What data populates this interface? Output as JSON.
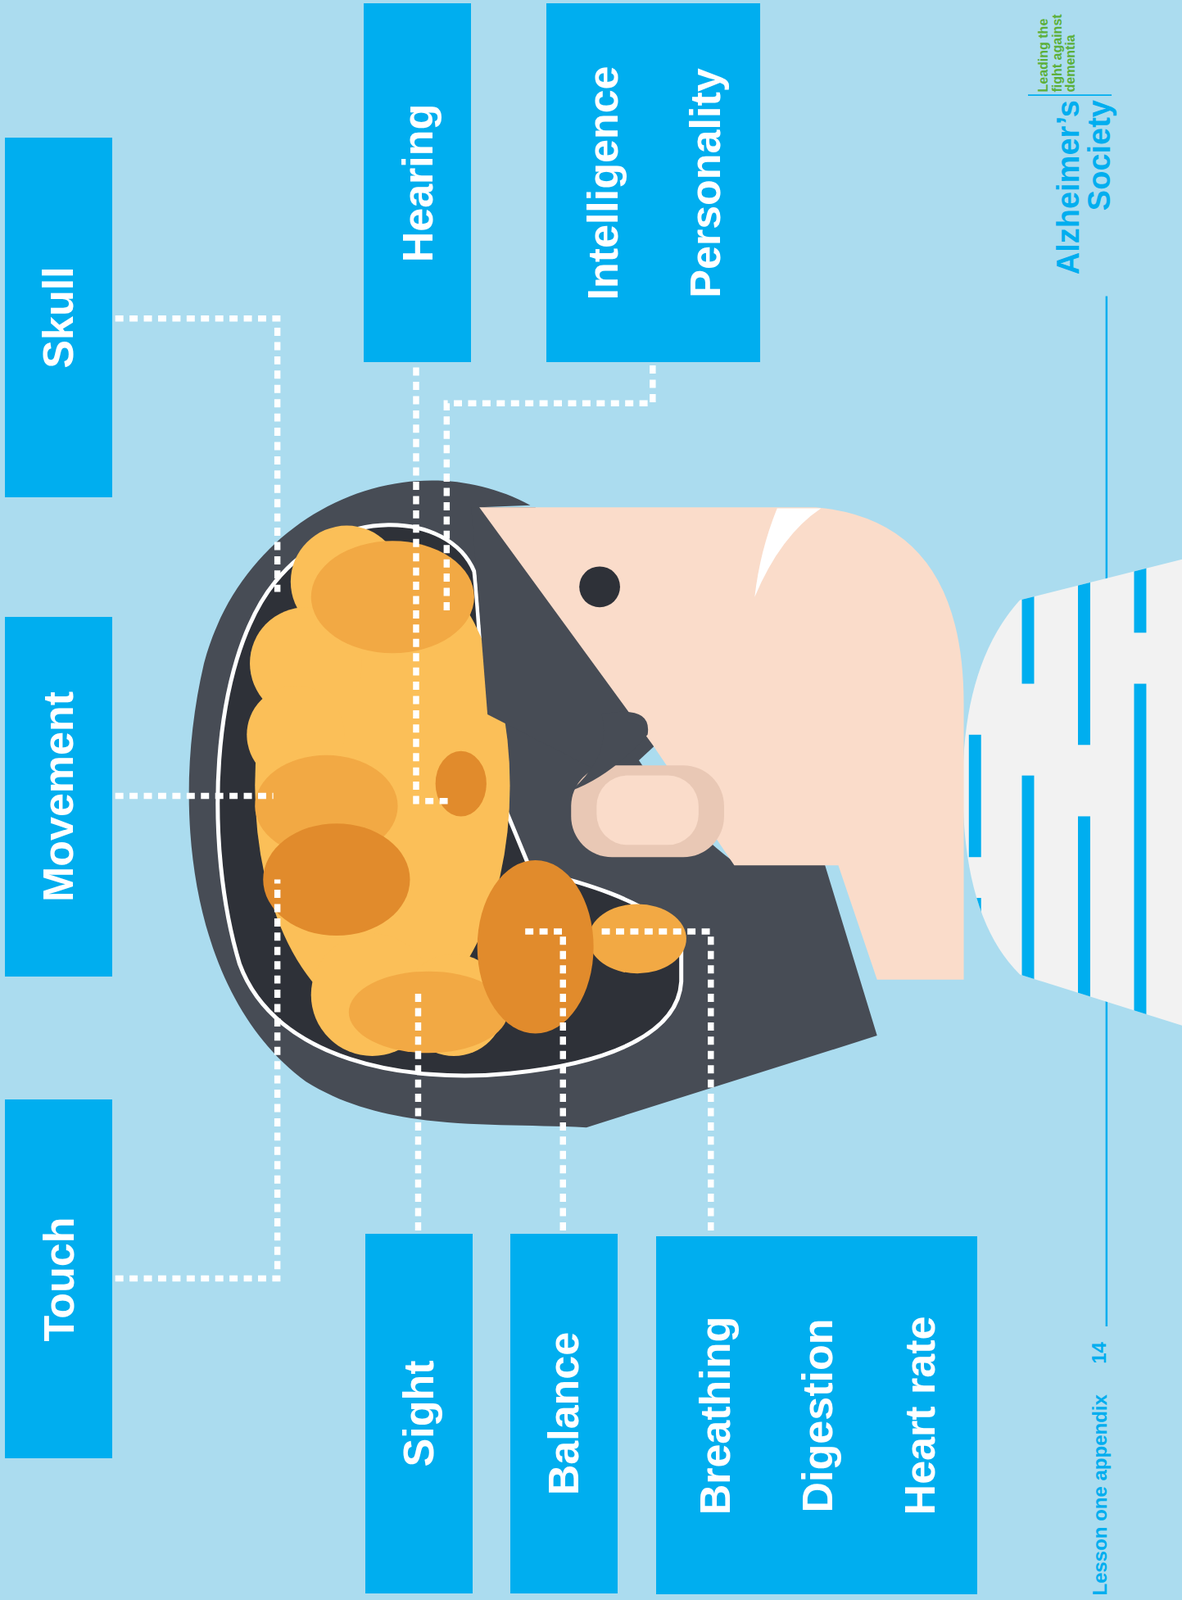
{
  "diagram": {
    "nodes": [
      {
        "text": [
          "Skull"
        ]
      },
      {
        "text": [
          "Movement"
        ]
      },
      {
        "text": [
          "Touch"
        ]
      },
      {
        "text": [
          "Hearing"
        ]
      },
      {
        "text": [
          "Intelligence",
          "Personality"
        ]
      },
      {
        "text": [
          "Sight"
        ]
      },
      {
        "text": [
          "Balance"
        ]
      },
      {
        "text": [
          "Breathing",
          "Digestion",
          "Heart rate"
        ]
      }
    ],
    "labels": [
      "Alzheimer’s Society",
      "Leading the fight against dementia",
      "Lesson one appendix",
      "14"
    ]
  }
}
